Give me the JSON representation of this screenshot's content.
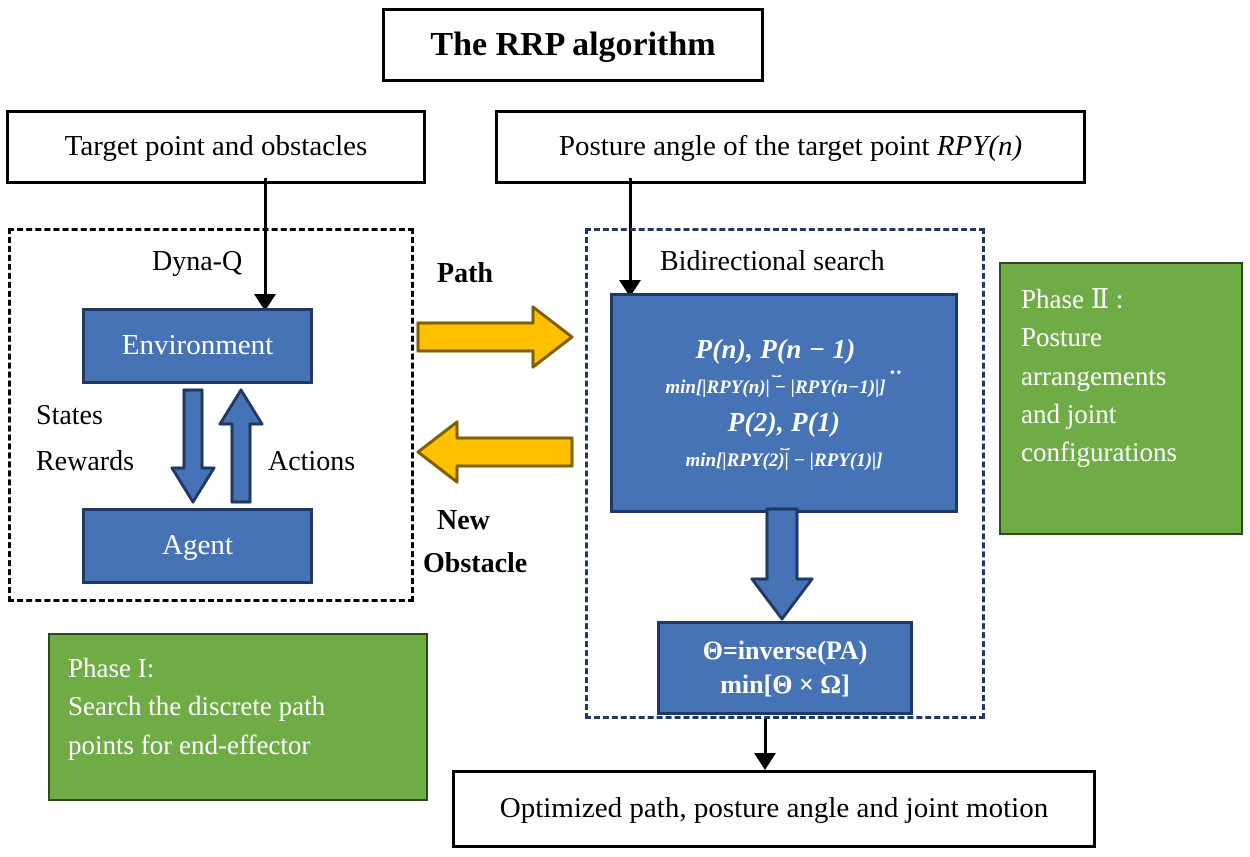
{
  "title": {
    "text": "The RRP algorithm"
  },
  "inputs": {
    "target": "Target point and obstacles",
    "posture": "Posture angle of the target point ",
    "posture_math": "RPY(n)"
  },
  "phase1": {
    "heading": "Phase I:",
    "line1": "Search the discrete path",
    "line2": "points for end-effector"
  },
  "phase2": {
    "heading": "Phase Ⅱ :",
    "line1": "Posture",
    "line2": "arrangements",
    "line3": "and joint",
    "line4": "configurations"
  },
  "dyna": {
    "label": "Dyna-Q",
    "environment": "Environment",
    "agent": "Agent",
    "states": "States",
    "rewards": "Rewards",
    "actions": "Actions"
  },
  "transfer": {
    "path_label": "Path",
    "new_label": "New",
    "obstacle_label": "Obstacle"
  },
  "bidirectional": {
    "label": "Bidirectional search",
    "pair1_top": "P(n), P(n − 1)",
    "pair1_bottom": "min[|RPY(n)| − |RPY(n−1)|]",
    "ellipsis": "..",
    "pair2_top": "P(2), P(1)",
    "pair2_bottom": "min[|RPY(2)| − |RPY(1)|]",
    "brace": "⏟"
  },
  "theta": {
    "line1": "Θ=inverse(PA)",
    "line2": "min[Θ × Ω]"
  },
  "output": {
    "text": "Optimized path, posture angle and joint motion"
  },
  "colors": {
    "blue_fill": "#4573B5",
    "blue_border": "#1F3864",
    "green_fill": "#6FAC46",
    "gold_fill": "#FFC000",
    "gold_border": "#7F6000",
    "black": "#000000"
  }
}
